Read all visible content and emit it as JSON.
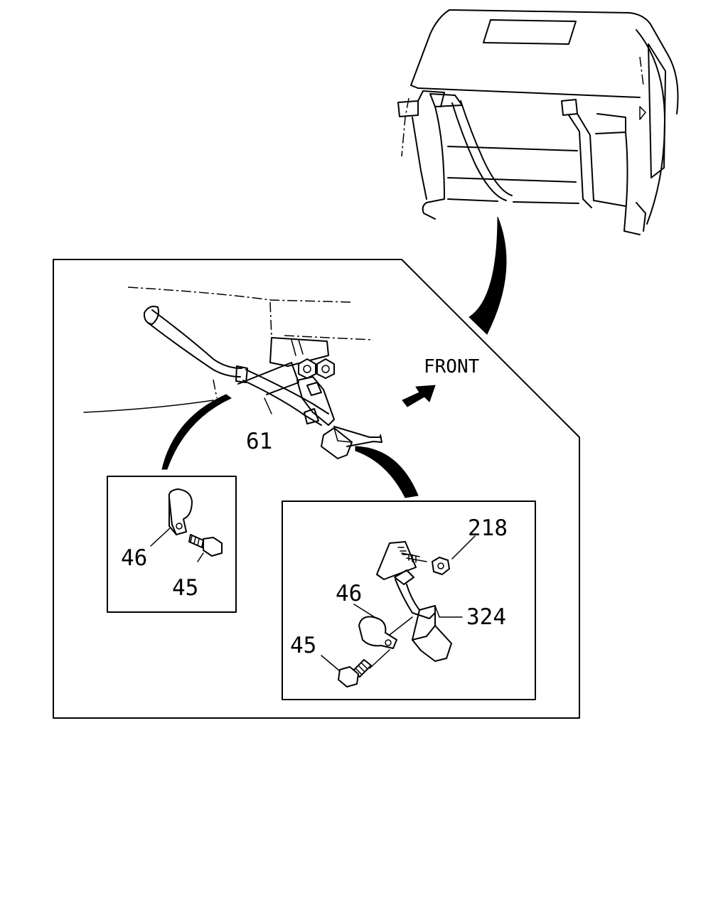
{
  "labels": {
    "front": "FRONT",
    "wire_harness": "61",
    "clip_left": "46",
    "bolt_left": "45",
    "nut": "218",
    "clip_right": "46",
    "bracket": "324",
    "bolt_right": "45"
  },
  "colors": {
    "ink": "#000000",
    "paper": "#ffffff"
  },
  "icons": {
    "front_arrow": "arrow-up-right-icon",
    "callout_arrows": "curved-arrow-icon"
  }
}
